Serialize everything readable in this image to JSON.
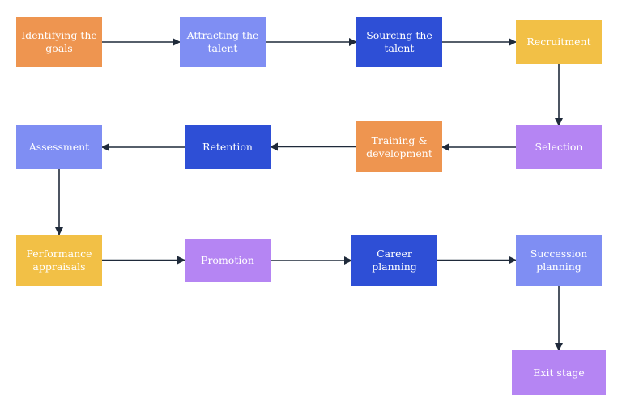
{
  "diagram": {
    "nodes": [
      {
        "id": "n1",
        "label": "Identifying the\ngoals",
        "color": "#ee9550"
      },
      {
        "id": "n2",
        "label": "Attracting the\ntalent",
        "color": "#7f8ef3"
      },
      {
        "id": "n3",
        "label": "Sourcing the\ntalent",
        "color": "#2e4fd6"
      },
      {
        "id": "n4",
        "label": "Recruitment",
        "color": "#f2c046"
      },
      {
        "id": "n5",
        "label": "Selection",
        "color": "#b585f3"
      },
      {
        "id": "n6",
        "label": "Training &\ndevelopment",
        "color": "#ee9550"
      },
      {
        "id": "n7",
        "label": "Retention",
        "color": "#2e4fd6"
      },
      {
        "id": "n8",
        "label": "Assessment",
        "color": "#7f8ef3"
      },
      {
        "id": "n9",
        "label": "Performance\nappraisals",
        "color": "#f2c046"
      },
      {
        "id": "n10",
        "label": "Promotion",
        "color": "#b585f3"
      },
      {
        "id": "n11",
        "label": "Career\nplanning",
        "color": "#2e4fd6"
      },
      {
        "id": "n12",
        "label": "Succession\nplanning",
        "color": "#7f8ef3"
      },
      {
        "id": "n13",
        "label": "Exit stage",
        "color": "#b585f3"
      }
    ],
    "edges": [
      [
        "n1",
        "n2"
      ],
      [
        "n2",
        "n3"
      ],
      [
        "n3",
        "n4"
      ],
      [
        "n4",
        "n5"
      ],
      [
        "n5",
        "n6"
      ],
      [
        "n6",
        "n7"
      ],
      [
        "n7",
        "n8"
      ],
      [
        "n8",
        "n9"
      ],
      [
        "n9",
        "n10"
      ],
      [
        "n10",
        "n11"
      ],
      [
        "n11",
        "n12"
      ],
      [
        "n12",
        "n13"
      ]
    ],
    "arrow_color": "#1f2a3a"
  }
}
